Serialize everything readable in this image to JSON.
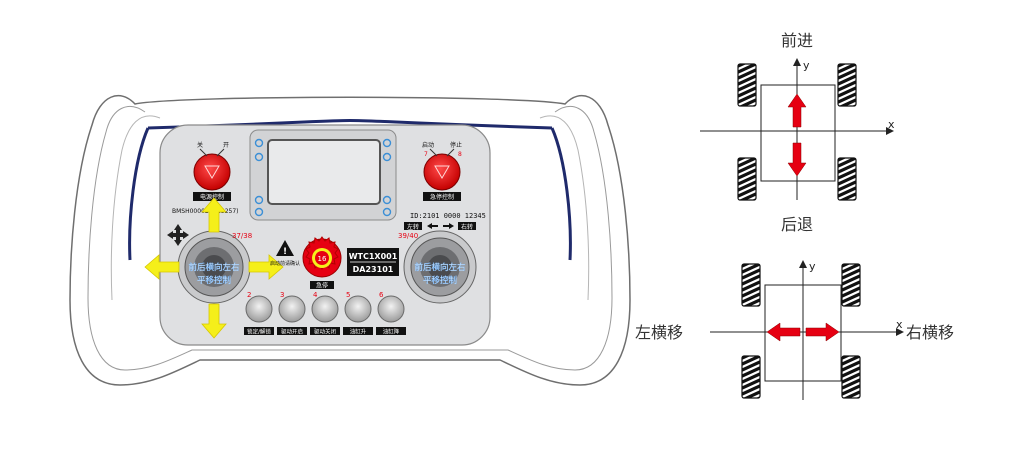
{
  "controller": {
    "switches": {
      "left_labels": [
        "关",
        "开"
      ],
      "left_caption": "电源控制",
      "right_labels": [
        "启动",
        "停止"
      ],
      "right_caption": "急停控制"
    },
    "model_left": "BMSH00002 (X23257)",
    "id_text": "ID:2101 0000 12345",
    "estop": {
      "number": "16",
      "caption": "急停"
    },
    "model_box": {
      "line1": "WTC1X001",
      "line2": "DA23101"
    },
    "left_joystick": {
      "number": "37/38",
      "overlay": [
        "前后横向左右",
        "平移控制"
      ]
    },
    "right_joystick": {
      "number": "39/40",
      "overlay": [
        "前后横向左右",
        "平移控制"
      ]
    },
    "rotation": {
      "left": "左转",
      "right": "右转"
    },
    "warning_text": "启动前请确认",
    "buttons": [
      {
        "number": "2",
        "label": "锁定/解锁"
      },
      {
        "number": "3",
        "label": "驱动开启"
      },
      {
        "number": "4",
        "label": "驱动关闭"
      },
      {
        "number": "5",
        "label": "油缸升"
      },
      {
        "number": "6",
        "label": "油缸降"
      }
    ],
    "numbers_small": [
      "7",
      "8"
    ]
  },
  "diagram_top": {
    "title": "前进",
    "bottom_label": "后退",
    "x_axis": "x",
    "y_axis": "y"
  },
  "diagram_bottom": {
    "left_label": "左横移",
    "right_label": "右横移",
    "x_axis": "x",
    "y_axis": "y"
  },
  "colors": {
    "accent_red": "#e60012",
    "yellow": "#f5ef1a",
    "navy": "#1f2a6b",
    "panel": "#dfe0e2"
  }
}
